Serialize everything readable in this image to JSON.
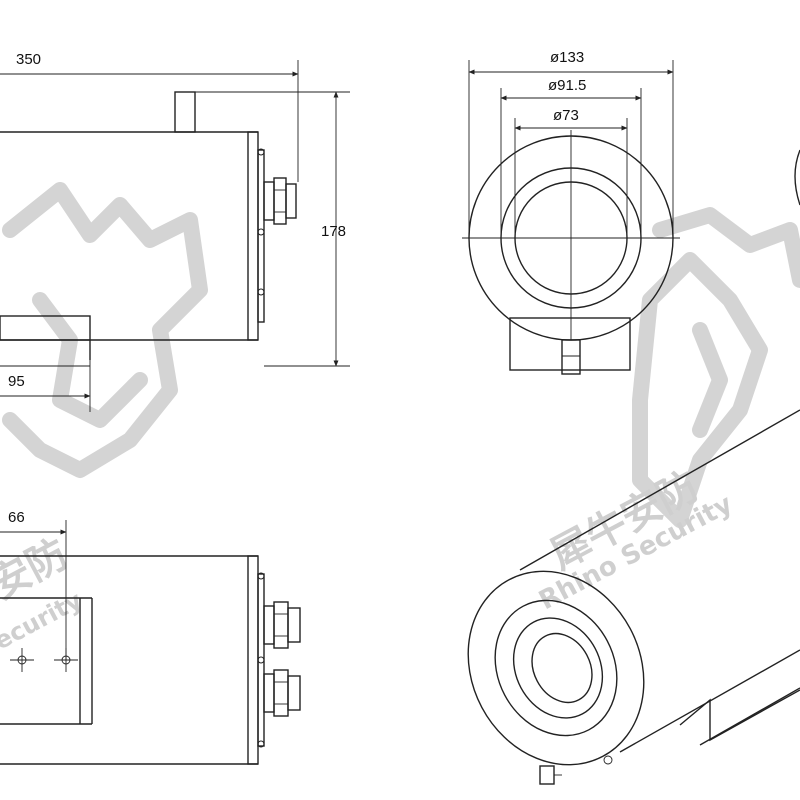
{
  "drawing": {
    "dimensions": {
      "length": "350",
      "height": "178",
      "bracket_offset": "95",
      "mount_offset": "66",
      "outer_diameter": "ø133",
      "middle_diameter": "ø91.5",
      "window_diameter": "ø73"
    },
    "watermark": {
      "cn_text": "犀牛安防",
      "en_text": "Rhino Security",
      "left_cn_partial": "安防",
      "left_en_partial": "ecurity"
    }
  }
}
